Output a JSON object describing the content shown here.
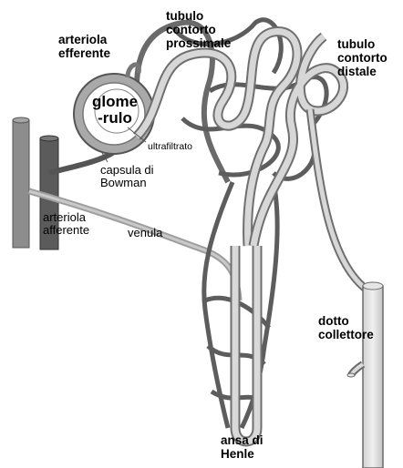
{
  "labels": {
    "arteriola_efferente": "arteriola\nefferente",
    "tubulo_prossimale": "tubulo\ncontorto\nprossimale",
    "tubulo_distale": "tubulo\ncontorto\ndistale",
    "glomerulo": "glome\n-rulo",
    "ultrafiltrato": "ultrafiltrato",
    "capsula_bowman": "capsula di\nBowman",
    "arteriola_afferente": "arteriola\nafferente",
    "venula": "venula",
    "dotto_collettore": "dotto\ncollettore",
    "ansa_henle": "ansa di\nHenle"
  },
  "colors": {
    "vessel_dark": "#5a5a5a",
    "vessel_mid": "#8a8a8a",
    "tubule_light": "#c8c8c8",
    "tubule_border": "#6f6f6f"
  }
}
